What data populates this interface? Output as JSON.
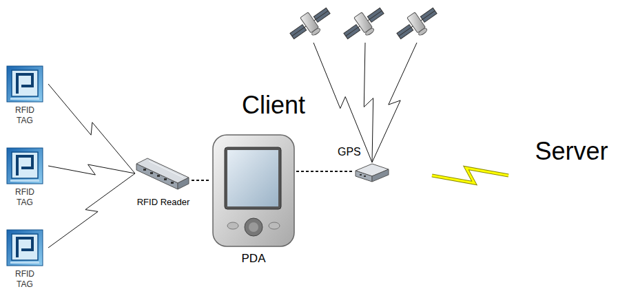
{
  "diagram": {
    "nodes": [
      {
        "text": [
          "RFID TAG"
        ]
      },
      {
        "text": [
          "RFID TAG"
        ]
      },
      {
        "text": [
          "RFID TAG"
        ]
      },
      {
        "text": [
          "Client"
        ]
      },
      {
        "text": [
          "RFID Reader"
        ],
        "in": 3
      },
      {
        "text": [
          "PDA"
        ],
        "in": 3
      },
      {
        "text": [
          "GPS"
        ],
        "in": 3
      },
      {
        "text": [
          "Server"
        ]
      }
    ],
    "edges": [
      {
        "from": 0,
        "to": 4,
        "arrow": "none"
      },
      {
        "from": 1,
        "to": 4,
        "arrow": "none"
      },
      {
        "from": 2,
        "to": 4,
        "arrow": "none"
      },
      {
        "from": 4,
        "to": 5,
        "arrow": "none"
      },
      {
        "from": 5,
        "to": 6,
        "arrow": "none"
      },
      {
        "from": 3,
        "to": 7,
        "arrow": "none"
      }
    ]
  }
}
